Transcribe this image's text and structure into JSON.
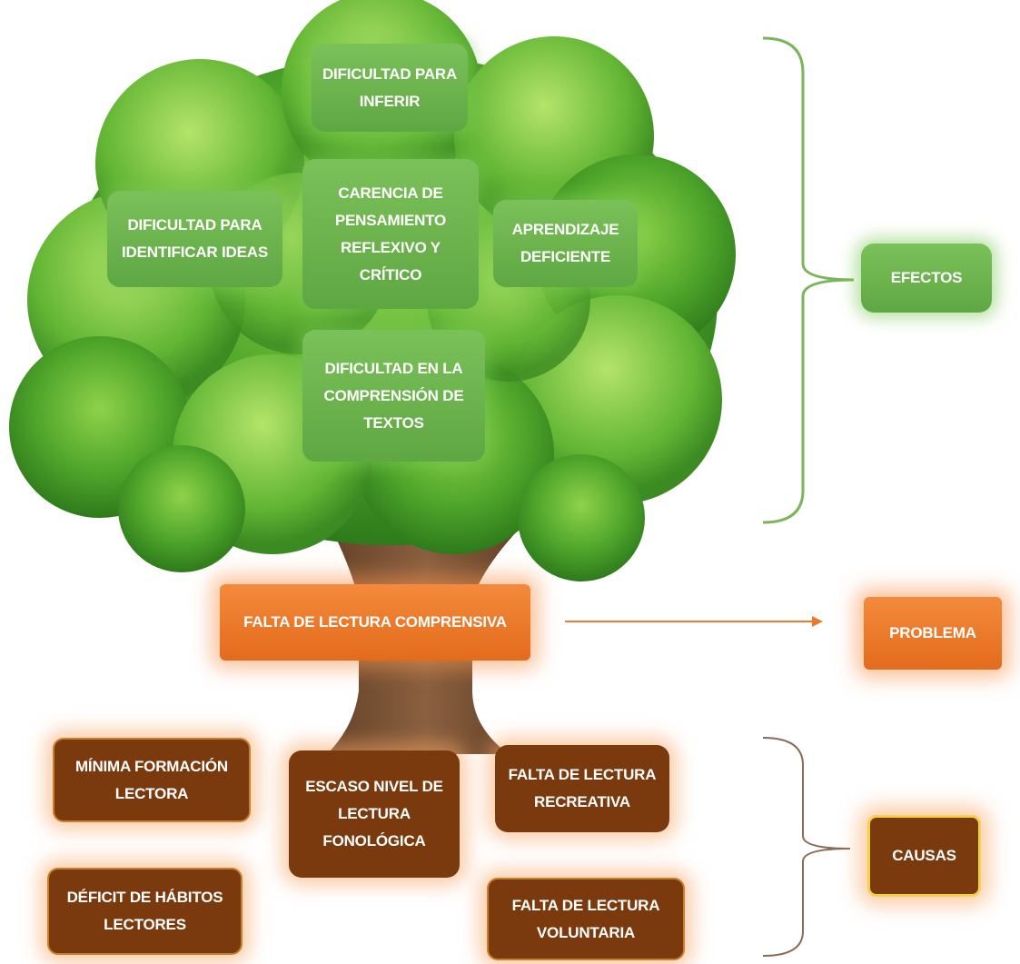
{
  "effects": {
    "dificultad_inferir": "DIFICULTAD PARA INFERIR",
    "carencia_pensamiento": "CARENCIA DE PENSAMIENTO REFLEXIVO Y CRÍTICO",
    "identificar_ideas": "DIFICULTAD PARA IDENTIFICAR IDEAS",
    "aprendizaje": "APRENDIZAJE DEFICIENTE",
    "comprension_textos": "DIFICULTAD EN LA COMPRENSIÓN DE TEXTOS"
  },
  "problem": {
    "main": "FALTA DE LECTURA COMPRENSIVA"
  },
  "causes": {
    "minima_formacion": "MÍNIMA FORMACIÓN LECTORA",
    "escaso_nivel": "ESCASO NIVEL DE LECTURA FONOLÓGICA",
    "falta_recreativa": "FALTA DE LECTURA RECREATIVA",
    "deficit_habitos": "DÉFICIT DE HÁBITOS LECTORES",
    "falta_voluntaria": "FALTA DE LECTURA VOLUNTARIA"
  },
  "labels": {
    "efectos": "EFECTOS",
    "problema": "PROBLEMA",
    "causas": "CAUSAS"
  },
  "colors": {
    "effect_green": "#6cb24c",
    "problem_orange": "#ec7a2a",
    "cause_brown": "#7a3a0e",
    "causas_border": "#f2d24a",
    "bracket_green": "#7ab55c",
    "bracket_brown": "#8a6a55"
  }
}
